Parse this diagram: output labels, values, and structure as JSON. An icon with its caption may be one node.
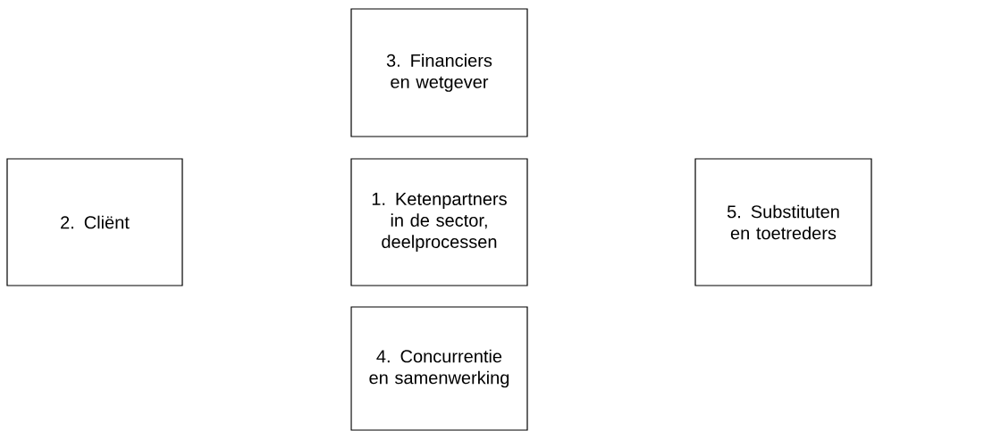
{
  "diagram": {
    "nodes": [
      {
        "text": [
          "3. Financiers en wetgever"
        ]
      },
      {
        "text": [
          "2. Cliënt"
        ]
      },
      {
        "text": [
          "1. Ketenpartners in de sector, deelprocessen"
        ]
      },
      {
        "text": [
          "5. Substituten en toetreders"
        ]
      },
      {
        "text": [
          "4. Concurrentie en samenwerking"
        ]
      }
    ]
  }
}
